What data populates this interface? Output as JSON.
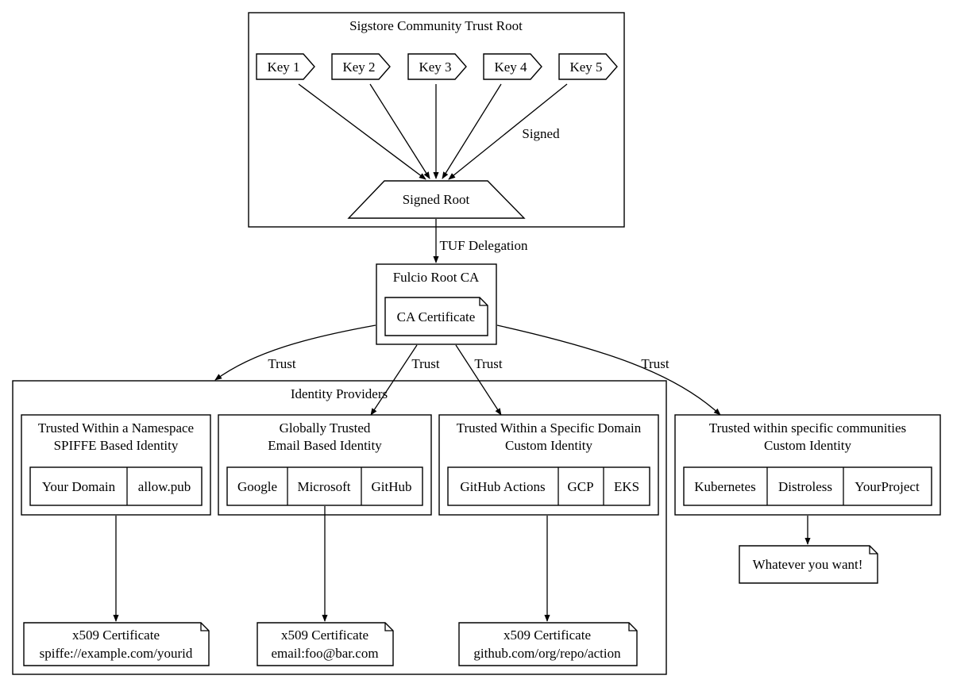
{
  "trust_root": {
    "title": "Sigstore Community Trust Root",
    "keys": [
      "Key 1",
      "Key 2",
      "Key 3",
      "Key 4",
      "Key 5"
    ],
    "signed_label": "Signed",
    "signed_root": "Signed Root"
  },
  "delegation_label": "TUF Delegation",
  "fulcio": {
    "title": "Fulcio Root CA",
    "ca_certificate": "CA Certificate"
  },
  "trust_label": "Trust",
  "identity_providers": {
    "title": "Identity Providers",
    "namespace": {
      "line1": "Trusted Within a Namespace",
      "line2": "SPIFFE Based Identity",
      "cells": [
        "Your Domain",
        "allow.pub"
      ],
      "cert_line1": "x509 Certificate",
      "cert_line2": "spiffe://example.com/yourid"
    },
    "global": {
      "line1": "Globally Trusted",
      "line2": "Email Based Identity",
      "cells": [
        "Google",
        "Microsoft",
        "GitHub"
      ],
      "cert_line1": "x509 Certificate",
      "cert_line2": "email:foo@bar.com"
    },
    "domain": {
      "line1": "Trusted Within a Specific Domain",
      "line2": "Custom Identity",
      "cells": [
        "GitHub Actions",
        "GCP",
        "EKS"
      ],
      "cert_line1": "x509 Certificate",
      "cert_line2": "github.com/org/repo/action"
    }
  },
  "communities": {
    "line1": "Trusted within specific communities",
    "line2": "Custom Identity",
    "cells": [
      "Kubernetes",
      "Distroless",
      "YourProject"
    ],
    "note": "Whatever you want!"
  }
}
